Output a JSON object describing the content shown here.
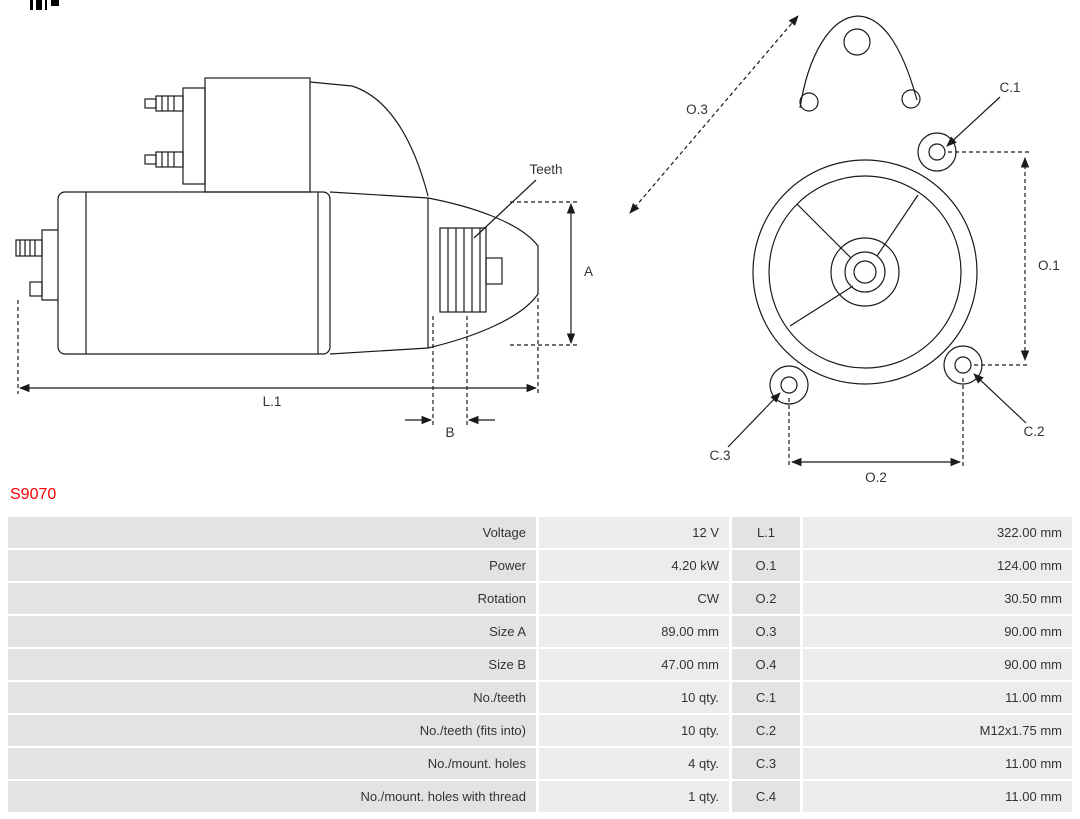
{
  "part_number": "S9070",
  "colors": {
    "part_number_red": "#ff0000",
    "row_label_bg": "#e3e3e3",
    "row_value_bg": "#ececec",
    "diagram_line": "#1a1a1a"
  },
  "diagram": {
    "side_view_labels": {
      "teeth": "Teeth",
      "a": "A",
      "b": "B",
      "l1": "L.1"
    },
    "front_view_labels": {
      "o1": "O.1",
      "o2": "O.2",
      "o3": "O.3",
      "c1": "C.1",
      "c2": "C.2",
      "c3": "C.3"
    }
  },
  "table": {
    "rows": [
      {
        "label": "Voltage",
        "value": "12 V",
        "dim": "L.1",
        "dim_value": "322.00 mm"
      },
      {
        "label": "Power",
        "value": "4.20 kW",
        "dim": "O.1",
        "dim_value": "124.00 mm"
      },
      {
        "label": "Rotation",
        "value": "CW",
        "dim": "O.2",
        "dim_value": "30.50 mm"
      },
      {
        "label": "Size A",
        "value": "89.00 mm",
        "dim": "O.3",
        "dim_value": "90.00 mm"
      },
      {
        "label": "Size B",
        "value": "47.00 mm",
        "dim": "O.4",
        "dim_value": "90.00 mm"
      },
      {
        "label": "No./teeth",
        "value": "10 qty.",
        "dim": "C.1",
        "dim_value": "11.00 mm"
      },
      {
        "label": "No./teeth (fits into)",
        "value": "10 qty.",
        "dim": "C.2",
        "dim_value": "M12x1.75 mm"
      },
      {
        "label": "No./mount. holes",
        "value": "4 qty.",
        "dim": "C.3",
        "dim_value": "11.00 mm"
      },
      {
        "label": "No./mount. holes with thread",
        "value": "1 qty.",
        "dim": "C.4",
        "dim_value": "11.00 mm"
      }
    ]
  }
}
